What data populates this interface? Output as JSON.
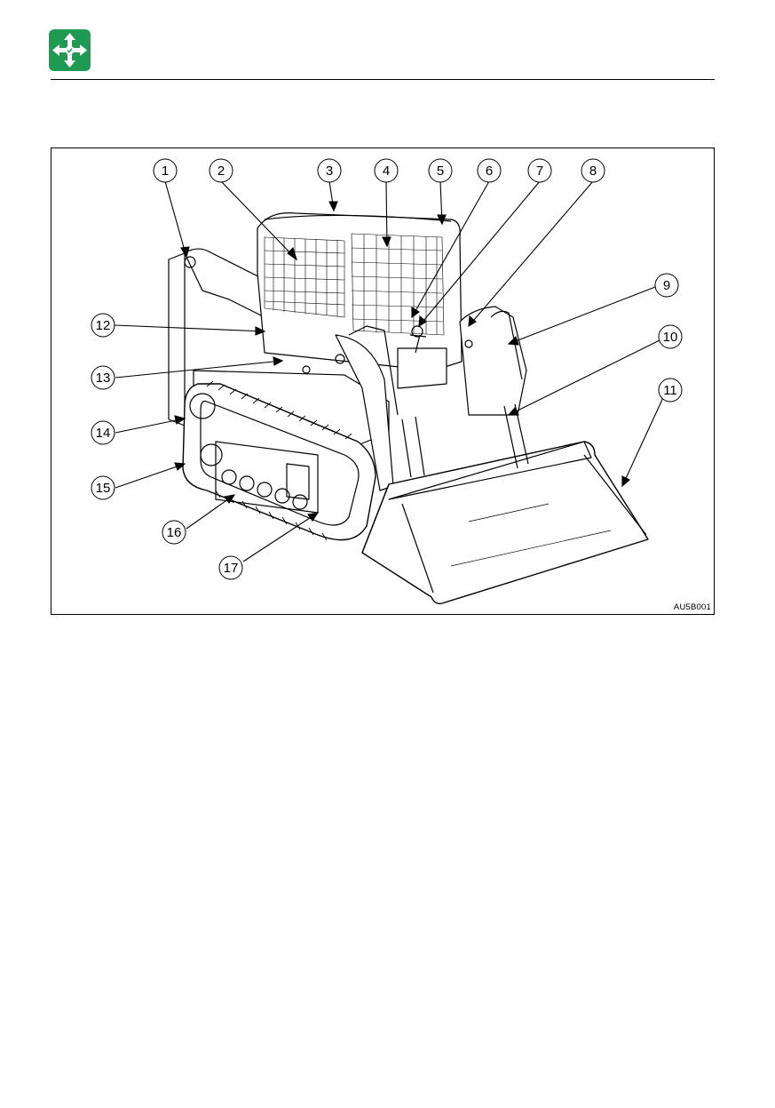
{
  "header": {
    "icon_name": "move-arrows-icon",
    "icon_color": "#1e9a52"
  },
  "figure": {
    "code": "AU5B001",
    "callouts": [
      "1",
      "2",
      "3",
      "4",
      "5",
      "6",
      "7",
      "8",
      "9",
      "10",
      "11",
      "12",
      "13",
      "14",
      "15",
      "16",
      "17"
    ]
  }
}
